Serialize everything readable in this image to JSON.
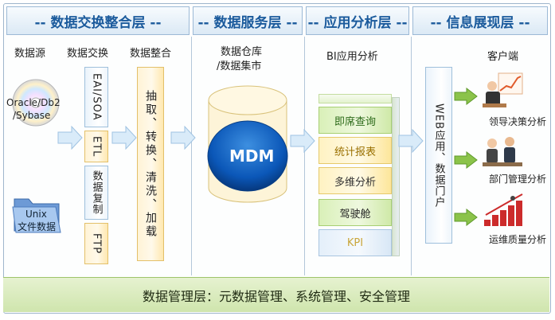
{
  "headers": [
    "-- 数据交换整合层 --",
    "-- 数据服务层 --",
    "-- 应用分析层 --",
    "-- 信息展现层 --"
  ],
  "exchange": {
    "sub_source": "数据源",
    "sub_exchange": "数据交换",
    "sub_integration": "数据整合",
    "oracle_line1": "Oracle/Db2",
    "oracle_line2": "/Sybase",
    "unix_line1": "Unix",
    "unix_line2": "文件数据",
    "eai": "EAI/SOA",
    "etl": "ETL",
    "copy": "数据复制",
    "ftp": "FTP",
    "process": "抽取、转换、清洗、加载"
  },
  "service": {
    "title_line1": "数据仓库",
    "title_line2": "/数据集市",
    "mdm": "MDM"
  },
  "analysis": {
    "title": "BI应用分析",
    "items": [
      "即席查询",
      "统计报表",
      "多维分析",
      "驾驶舱",
      "KPI"
    ]
  },
  "presentation": {
    "title": "客户端",
    "portal": "WEB应用、数据门户",
    "clients": [
      "领导决策分析",
      "部门管理分析",
      "运维质量分析"
    ]
  },
  "footer": "数据管理层：元数据管理、系统管理、安全管理"
}
